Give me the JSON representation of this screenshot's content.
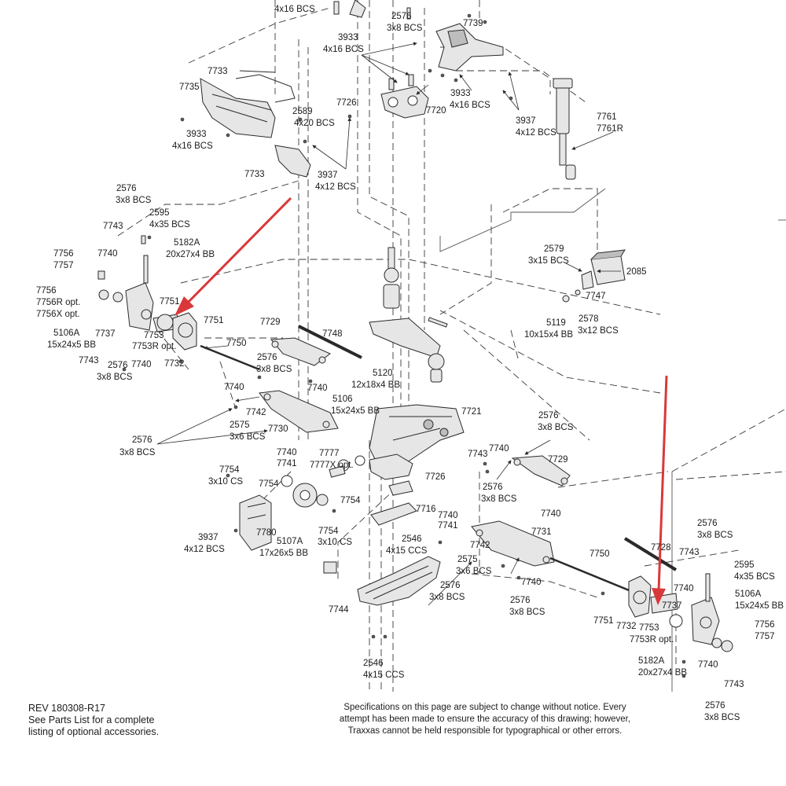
{
  "labels": [
    {
      "text": "4x16 BCS"
    },
    {
      "text": "2576"
    },
    {
      "text": "3x8 BCS"
    },
    {
      "text": "7739"
    },
    {
      "text": "3933"
    },
    {
      "text": "4x16 BCS"
    },
    {
      "text": "7733"
    },
    {
      "text": "7735"
    },
    {
      "text": "7726"
    },
    {
      "text": "7720"
    },
    {
      "text": "3933"
    },
    {
      "text": "4x16 BCS"
    },
    {
      "text": "3937"
    },
    {
      "text": "4x12 BCS"
    },
    {
      "text": "7761"
    },
    {
      "text": "7761R"
    },
    {
      "text": "2589"
    },
    {
      "text": "4x20 BCS"
    },
    {
      "text": "3933"
    },
    {
      "text": "4x16 BCS"
    },
    {
      "text": "7733"
    },
    {
      "text": "3937"
    },
    {
      "text": "4x12 BCS"
    },
    {
      "text": "2576"
    },
    {
      "text": "3x8 BCS"
    },
    {
      "text": "2595"
    },
    {
      "text": "4x35 BCS"
    },
    {
      "text": "7743"
    },
    {
      "text": "7756"
    },
    {
      "text": "7757"
    },
    {
      "text": "7740"
    },
    {
      "text": "5182A"
    },
    {
      "text": "20x27x4 BB"
    },
    {
      "text": "7756"
    },
    {
      "text": "7756R opt."
    },
    {
      "text": "7756X opt."
    },
    {
      "text": "7751"
    },
    {
      "text": "5106A"
    },
    {
      "text": "15x24x5 BB"
    },
    {
      "text": "7737"
    },
    {
      "text": "7753"
    },
    {
      "text": "7753R opt."
    },
    {
      "text": "7743"
    },
    {
      "text": "2576"
    },
    {
      "text": "3x8 BCS"
    },
    {
      "text": "7740"
    },
    {
      "text": "7732"
    },
    {
      "text": "7751"
    },
    {
      "text": "7729"
    },
    {
      "text": "7748"
    },
    {
      "text": "7750"
    },
    {
      "text": "2576"
    },
    {
      "text": "3x8 BCS"
    },
    {
      "text": "7740"
    },
    {
      "text": "5120"
    },
    {
      "text": "12x18x4 BB"
    },
    {
      "text": "2579"
    },
    {
      "text": "3x15 BCS"
    },
    {
      "text": "2085"
    },
    {
      "text": "7747"
    },
    {
      "text": "5119"
    },
    {
      "text": "10x15x4 BB"
    },
    {
      "text": "2578"
    },
    {
      "text": "3x12 BCS"
    },
    {
      "text": "7740"
    },
    {
      "text": "7742"
    },
    {
      "text": "2575"
    },
    {
      "text": "3x6 BCS"
    },
    {
      "text": "7730"
    },
    {
      "text": "2576"
    },
    {
      "text": "3x8 BCS"
    },
    {
      "text": "5106"
    },
    {
      "text": "15x24x5 BB"
    },
    {
      "text": "7721"
    },
    {
      "text": "2576"
    },
    {
      "text": "3x8 BCS"
    },
    {
      "text": "7740"
    },
    {
      "text": "7741"
    },
    {
      "text": "7777"
    },
    {
      "text": "7777X opt."
    },
    {
      "text": "7743"
    },
    {
      "text": "7740"
    },
    {
      "text": "7729"
    },
    {
      "text": "7754"
    },
    {
      "text": "3x10 CS"
    },
    {
      "text": "7754"
    },
    {
      "text": "7726"
    },
    {
      "text": "2576"
    },
    {
      "text": "3x8 BCS"
    },
    {
      "text": "7754"
    },
    {
      "text": "7716"
    },
    {
      "text": "7740"
    },
    {
      "text": "7741"
    },
    {
      "text": "7740"
    },
    {
      "text": "3937"
    },
    {
      "text": "4x12 BCS"
    },
    {
      "text": "7780"
    },
    {
      "text": "7754"
    },
    {
      "text": "3x10 CS"
    },
    {
      "text": "5107A"
    },
    {
      "text": "17x26x5 BB"
    },
    {
      "text": "2546"
    },
    {
      "text": "4x15 CCS"
    },
    {
      "text": "7731"
    },
    {
      "text": "7742"
    },
    {
      "text": "2575"
    },
    {
      "text": "3x6 BCS"
    },
    {
      "text": "7750"
    },
    {
      "text": "2576"
    },
    {
      "text": "3x8 BCS"
    },
    {
      "text": "7740"
    },
    {
      "text": "2576"
    },
    {
      "text": "3x8 BCS"
    },
    {
      "text": "7744"
    },
    {
      "text": "2546"
    },
    {
      "text": "4x15 CCS"
    },
    {
      "text": "7751"
    },
    {
      "text": "7732"
    },
    {
      "text": "7753"
    },
    {
      "text": "7753R opt."
    },
    {
      "text": "7737"
    },
    {
      "text": "7740"
    },
    {
      "text": "7743"
    },
    {
      "text": "2576"
    },
    {
      "text": "3x8 BCS"
    },
    {
      "text": "2595"
    },
    {
      "text": "4x35 BCS"
    },
    {
      "text": "5106A"
    },
    {
      "text": "15x24x5 BB"
    },
    {
      "text": "7756"
    },
    {
      "text": "7757"
    },
    {
      "text": "5182A"
    },
    {
      "text": "20x27x4 BB"
    },
    {
      "text": "7740"
    },
    {
      "text": "7743"
    },
    {
      "text": "2576"
    },
    {
      "text": "3x8 BCS"
    },
    {
      "text": "7728"
    }
  ],
  "footer": {
    "rev": "REV 180308-R17",
    "note_line1": "See Parts List for a complete",
    "note_line2": "listing of optional accessories.",
    "spec_line1": "Specifications on this page are subject to change without notice.  Every",
    "spec_line2": "attempt has been made to ensure the accuracy of this drawing; however,",
    "spec_line3": "Traxxas cannot be held responsible for typographical or other errors."
  },
  "colors": {
    "line": "#2a2a2a",
    "part_fill": "#e6e6e6",
    "part_dark": "#5a5a5a",
    "arrow": "#d9383a"
  }
}
